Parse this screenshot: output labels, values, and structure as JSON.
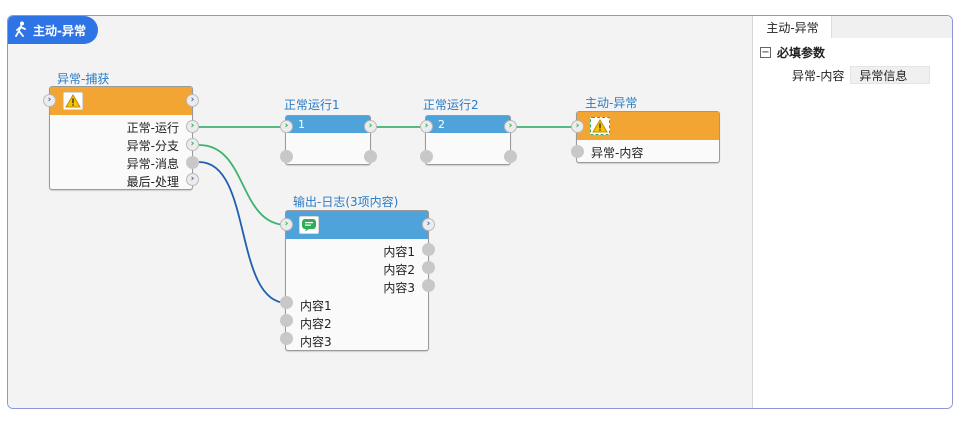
{
  "flow": {
    "name": "主动-异常",
    "icon": "walking-person-icon"
  },
  "nodes": {
    "catch": {
      "title": "异常-捕获",
      "icon": "warning-icon",
      "header_color": "#f2a533",
      "outputs": [
        "正常-运行",
        "异常-分支",
        "异常-消息",
        "最后-处理"
      ]
    },
    "run1": {
      "title": "正常运行1",
      "value": "1",
      "header_color": "#4ea3db"
    },
    "run2": {
      "title": "正常运行2",
      "value": "2",
      "header_color": "#4ea3db"
    },
    "raise": {
      "title": "主动-异常",
      "icon": "warning-icon",
      "header_color": "#f2a533",
      "inputs": [
        "异常-内容"
      ]
    },
    "log": {
      "title": "输出-日志(3项内容)",
      "icon": "message-icon",
      "header_color": "#4ea3db",
      "outputs": [
        "内容1",
        "内容2",
        "内容3"
      ],
      "inputs": [
        "内容1",
        "内容2",
        "内容3"
      ]
    }
  },
  "panel": {
    "tab": "主动-异常",
    "group": {
      "toggle": "−",
      "label": "必填参数"
    },
    "param": {
      "label": "异常-内容",
      "value": "异常信息"
    }
  },
  "colors": {
    "accent": "#2f74e4",
    "wire_green": "#3cb371",
    "wire_blue": "#1f5fb0"
  }
}
